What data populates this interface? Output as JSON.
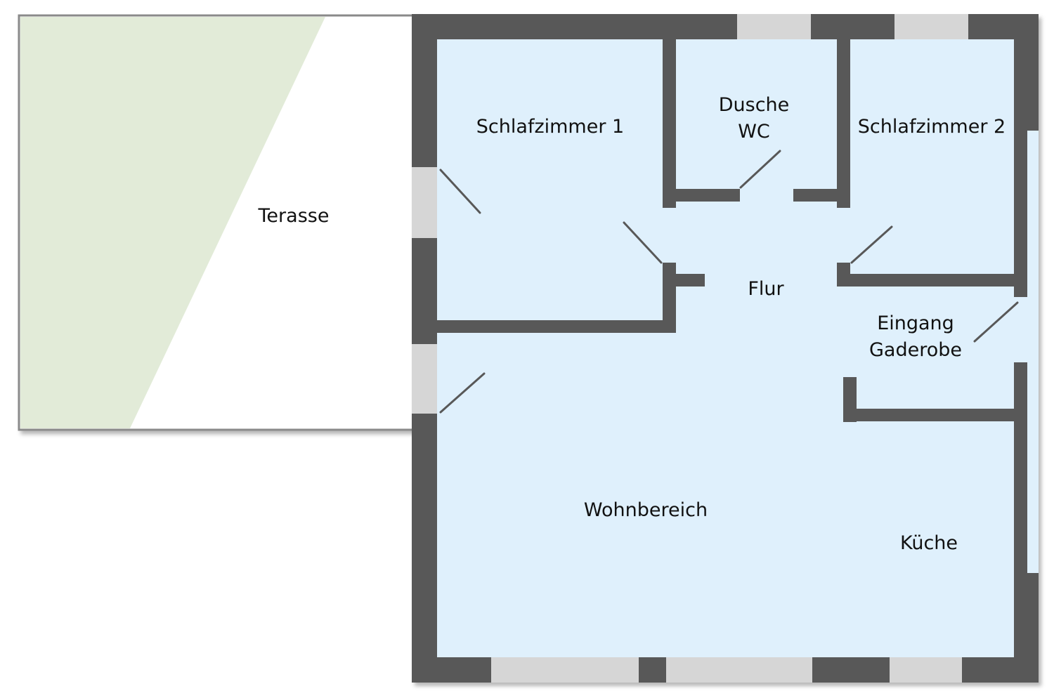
{
  "colors": {
    "interior": "#dff0fc",
    "wall": "#585858",
    "window": "#d6d6d6",
    "grass": "#e2ebd8",
    "terrace_bg": "#ffffff",
    "terrace_border": "#8a8a8a",
    "door": "#585858"
  },
  "rooms": {
    "terrace": "Terasse",
    "bedroom1": "Schlafzimmer 1",
    "shower_line1": "Dusche",
    "shower_line2": "WC",
    "bedroom2": "Schlafzimmer 2",
    "hallway": "Flur",
    "entrance_line1": "Eingang",
    "entrance_line2": "Gaderobe",
    "living": "Wohnbereich",
    "kitchen": "Küche"
  }
}
